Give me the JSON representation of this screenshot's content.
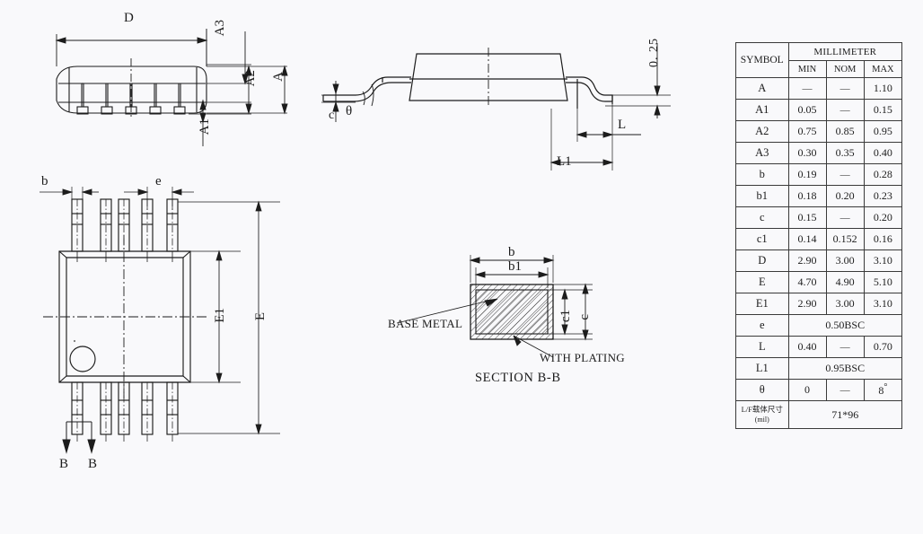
{
  "document": {
    "kind": "package-outline-drawing",
    "background_color": "#f9f9fb",
    "line_color": "#1c1c1c"
  },
  "views": {
    "front_view": {
      "name": "front-elevation-view",
      "labels": {
        "D": "D",
        "A": "A",
        "A1": "A1",
        "A2": "A2",
        "A3": "A3"
      },
      "lead_count_visible": 5
    },
    "side_view": {
      "name": "side-elevation-view",
      "labels": {
        "c": "c",
        "theta": "θ",
        "L": "L",
        "L1": "L1",
        "standoff": "0. 25"
      }
    },
    "top_view": {
      "name": "top-plan-view",
      "labels": {
        "b": "b",
        "e": "e",
        "E": "E",
        "E1": "E1",
        "section_arrow_left": "B",
        "section_arrow_right": "B"
      },
      "pins_per_side": 5,
      "total_pins": 10
    },
    "section_detail": {
      "name": "section-b-b-detail",
      "title": "SECTION B-B",
      "labels": {
        "b": "b",
        "b1": "b1",
        "c": "c",
        "c1": "c1"
      },
      "callouts": {
        "base_metal": "BASE METAL",
        "with_plating": "WITH PLATING"
      }
    }
  },
  "table": {
    "name": "dimension-table",
    "header": {
      "symbol": "SYMBOL",
      "unit_group": "MILLIMETER",
      "columns": [
        "MIN",
        "NOM",
        "MAX"
      ]
    },
    "rows": [
      {
        "symbol": "A",
        "min": "",
        "nom": "",
        "max": "1.10",
        "min_dash": true,
        "nom_dash": true,
        "span": false
      },
      {
        "symbol": "A1",
        "min": "0.05",
        "nom": "",
        "max": "0.15",
        "min_dash": false,
        "nom_dash": true,
        "span": false
      },
      {
        "symbol": "A2",
        "min": "0.75",
        "nom": "0.85",
        "max": "0.95",
        "min_dash": false,
        "nom_dash": false,
        "span": false
      },
      {
        "symbol": "A3",
        "min": "0.30",
        "nom": "0.35",
        "max": "0.40",
        "min_dash": false,
        "nom_dash": false,
        "span": false
      },
      {
        "symbol": "b",
        "min": "0.19",
        "nom": "",
        "max": "0.28",
        "min_dash": false,
        "nom_dash": true,
        "span": false
      },
      {
        "symbol": "b1",
        "min": "0.18",
        "nom": "0.20",
        "max": "0.23",
        "min_dash": false,
        "nom_dash": false,
        "span": false
      },
      {
        "symbol": "c",
        "min": "0.15",
        "nom": "",
        "max": "0.20",
        "min_dash": false,
        "nom_dash": true,
        "span": false
      },
      {
        "symbol": "c1",
        "min": "0.14",
        "nom": "0.152",
        "max": "0.16",
        "min_dash": false,
        "nom_dash": false,
        "span": false
      },
      {
        "symbol": "D",
        "min": "2.90",
        "nom": "3.00",
        "max": "3.10",
        "min_dash": false,
        "nom_dash": false,
        "span": false
      },
      {
        "symbol": "E",
        "min": "4.70",
        "nom": "4.90",
        "max": "5.10",
        "min_dash": false,
        "nom_dash": false,
        "span": false
      },
      {
        "symbol": "E1",
        "min": "2.90",
        "nom": "3.00",
        "max": "3.10",
        "min_dash": false,
        "nom_dash": false,
        "span": false
      },
      {
        "symbol": "e",
        "span": true,
        "span_value": "0.50BSC"
      },
      {
        "symbol": "L",
        "min": "0.40",
        "nom": "",
        "max": "0.70",
        "min_dash": false,
        "nom_dash": true,
        "span": false
      },
      {
        "symbol": "L1",
        "span": true,
        "span_value": "0.95BSC"
      },
      {
        "symbol": "θ",
        "min": "0",
        "nom": "",
        "max": "8°",
        "min_dash": false,
        "nom_dash": true,
        "span": false
      },
      {
        "symbol": "L/F载体尺寸",
        "symbol_sub": "(mil)",
        "span": true,
        "span_value": "71*96",
        "is_footer": true
      }
    ]
  }
}
